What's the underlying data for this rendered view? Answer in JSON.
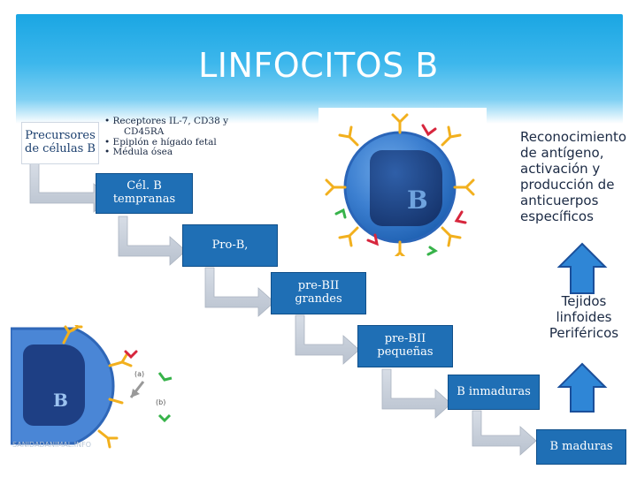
{
  "title": "LINFOCITOS B",
  "steps": [
    "Precursores de células B",
    "Cél. B tempranas",
    "Pro-B,",
    "pre-BII grandes",
    "pre-BII pequeñas",
    "B inmaduras",
    "B maduras"
  ],
  "bullets": [
    "• Receptores IL-7, CD38 y",
    "CD45RA",
    "• Epiplón e hígado fetal",
    "• Médula ósea"
  ],
  "recognition_text": "Reconocimiento de antígeno, activación y producción de anticuerpos específicos",
  "peripheral_text": "Tejidos linfoides Periféricos",
  "cell_label": "B",
  "small_cell_label": "B",
  "small_labels": [
    "(a)",
    "(b)"
  ],
  "watermark": "SANIDADANIMAL.INFO",
  "colors": {
    "box": "#1f6fb5",
    "arrow": "#4a90d9",
    "cell": "#1e4f8f",
    "antibody": "#f2b01e"
  }
}
